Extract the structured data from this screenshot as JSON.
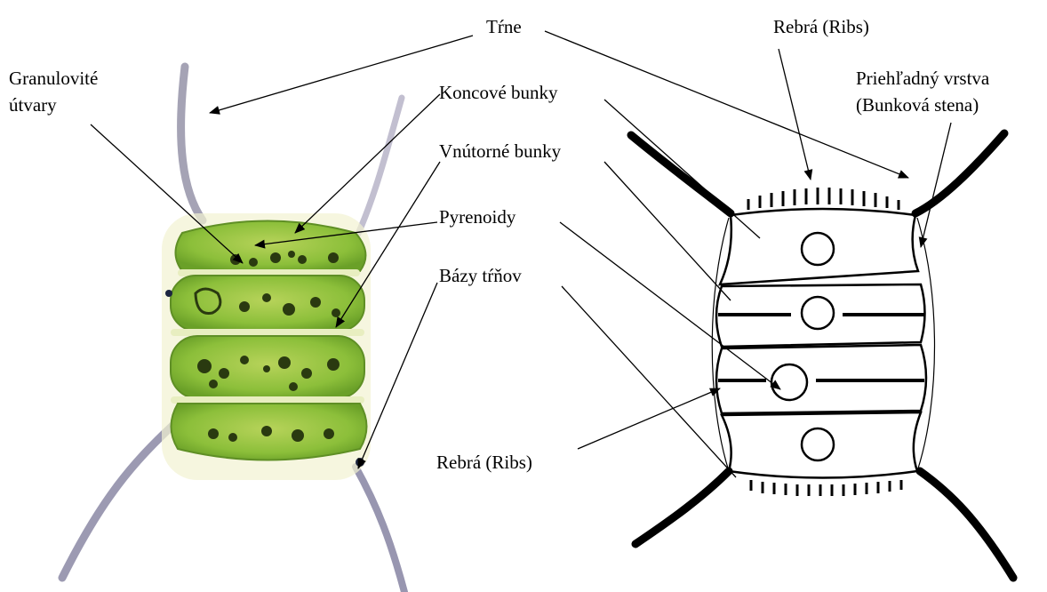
{
  "labels": {
    "trne": "Tŕne",
    "granulovite_line1": "Granulovité",
    "granulovite_line2": "útvary",
    "koncove_bunky": "Koncové bunky",
    "vnutorne_bunky": "Vnútorné bunky",
    "pyrenoidy": "Pyrenoidy",
    "bazy_trnov": "Bázy tŕňov",
    "rebra_top": "Rebrá (Ribs)",
    "priehladny_line1": "Priehľadný vrstva",
    "priehladny_line2": "(Bunková stena)",
    "rebra_bottom": "Rebrá (Ribs)"
  },
  "colors": {
    "text": "#000000",
    "cell_green": "#8cbf3a",
    "cell_light": "#c9dd7a",
    "spine": "#8f8fa3",
    "drawing_line": "#000000"
  }
}
